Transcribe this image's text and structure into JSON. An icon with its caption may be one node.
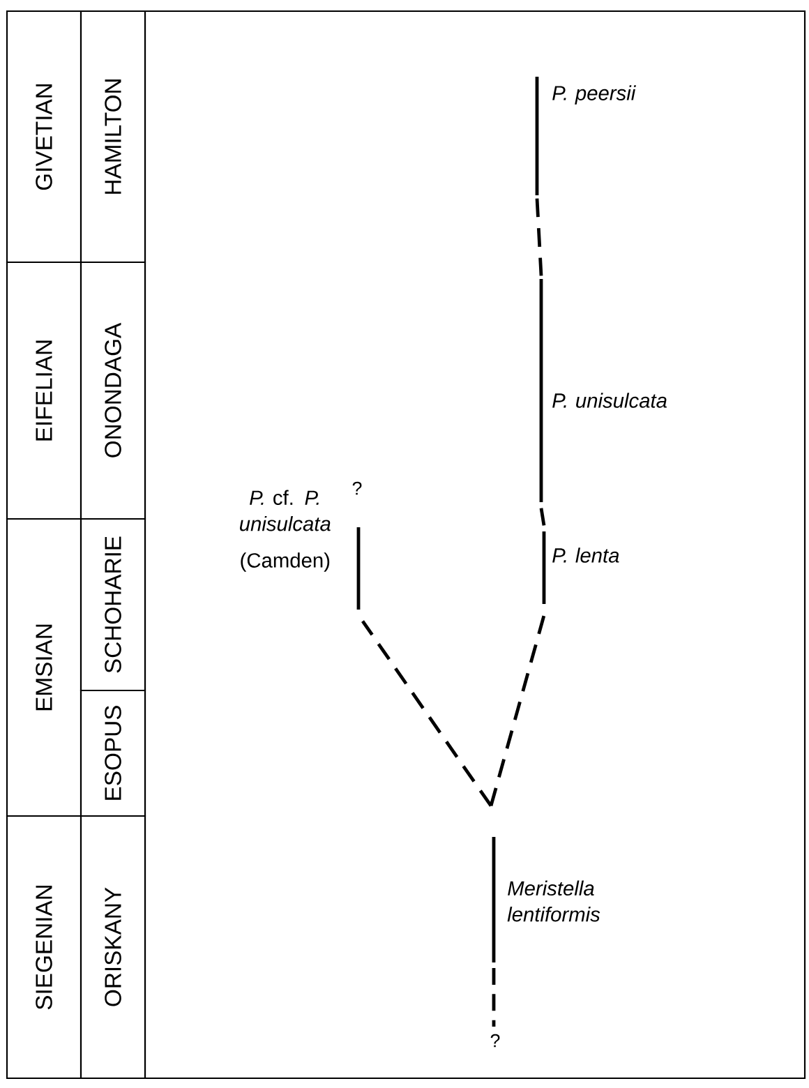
{
  "diagram": {
    "nodes": [
      {
        "text": [
          "GIVETIAN"
        ]
      },
      {
        "text": [
          "HAMILTON"
        ]
      },
      {
        "text": [
          "EIFELIAN"
        ]
      },
      {
        "text": [
          "ONONDAGA"
        ]
      },
      {
        "text": [
          "EMSIAN"
        ]
      },
      {
        "text": [
          "SCHOHARIE"
        ]
      },
      {
        "text": [
          "ESOPUS"
        ]
      },
      {
        "text": [
          "SIEGENIAN"
        ]
      },
      {
        "text": [
          "ORISKANY"
        ]
      },
      {
        "text": [],
        "shape": "bar",
        "beside": [
          "P. peersii"
        ]
      },
      {
        "text": [],
        "shape": "bar",
        "beside": [
          "P. unisulcata"
        ]
      },
      {
        "text": [],
        "shape": "bar",
        "beside": [
          "P. lenta"
        ]
      },
      {
        "text": [],
        "shape": "bar",
        "beside": [
          "*P.* cf. *P. unisulcata*",
          "(Camden)"
        ]
      },
      {
        "text": [],
        "shape": "bar",
        "beside": [
          "Meristella lentiformis"
        ]
      }
    ],
    "edges": [
      {
        "from": 9,
        "to": 10,
        "arrow": "none",
        "style": "dashed"
      },
      {
        "from": 10,
        "to": 11,
        "arrow": "none",
        "style": "dashed"
      },
      {
        "from": 13,
        "to": 12,
        "arrow": "none",
        "style": "dashed"
      },
      {
        "from": 13,
        "to": 11,
        "arrow": "none",
        "style": "dashed"
      }
    ],
    "labels": [
      "?",
      "?"
    ]
  }
}
